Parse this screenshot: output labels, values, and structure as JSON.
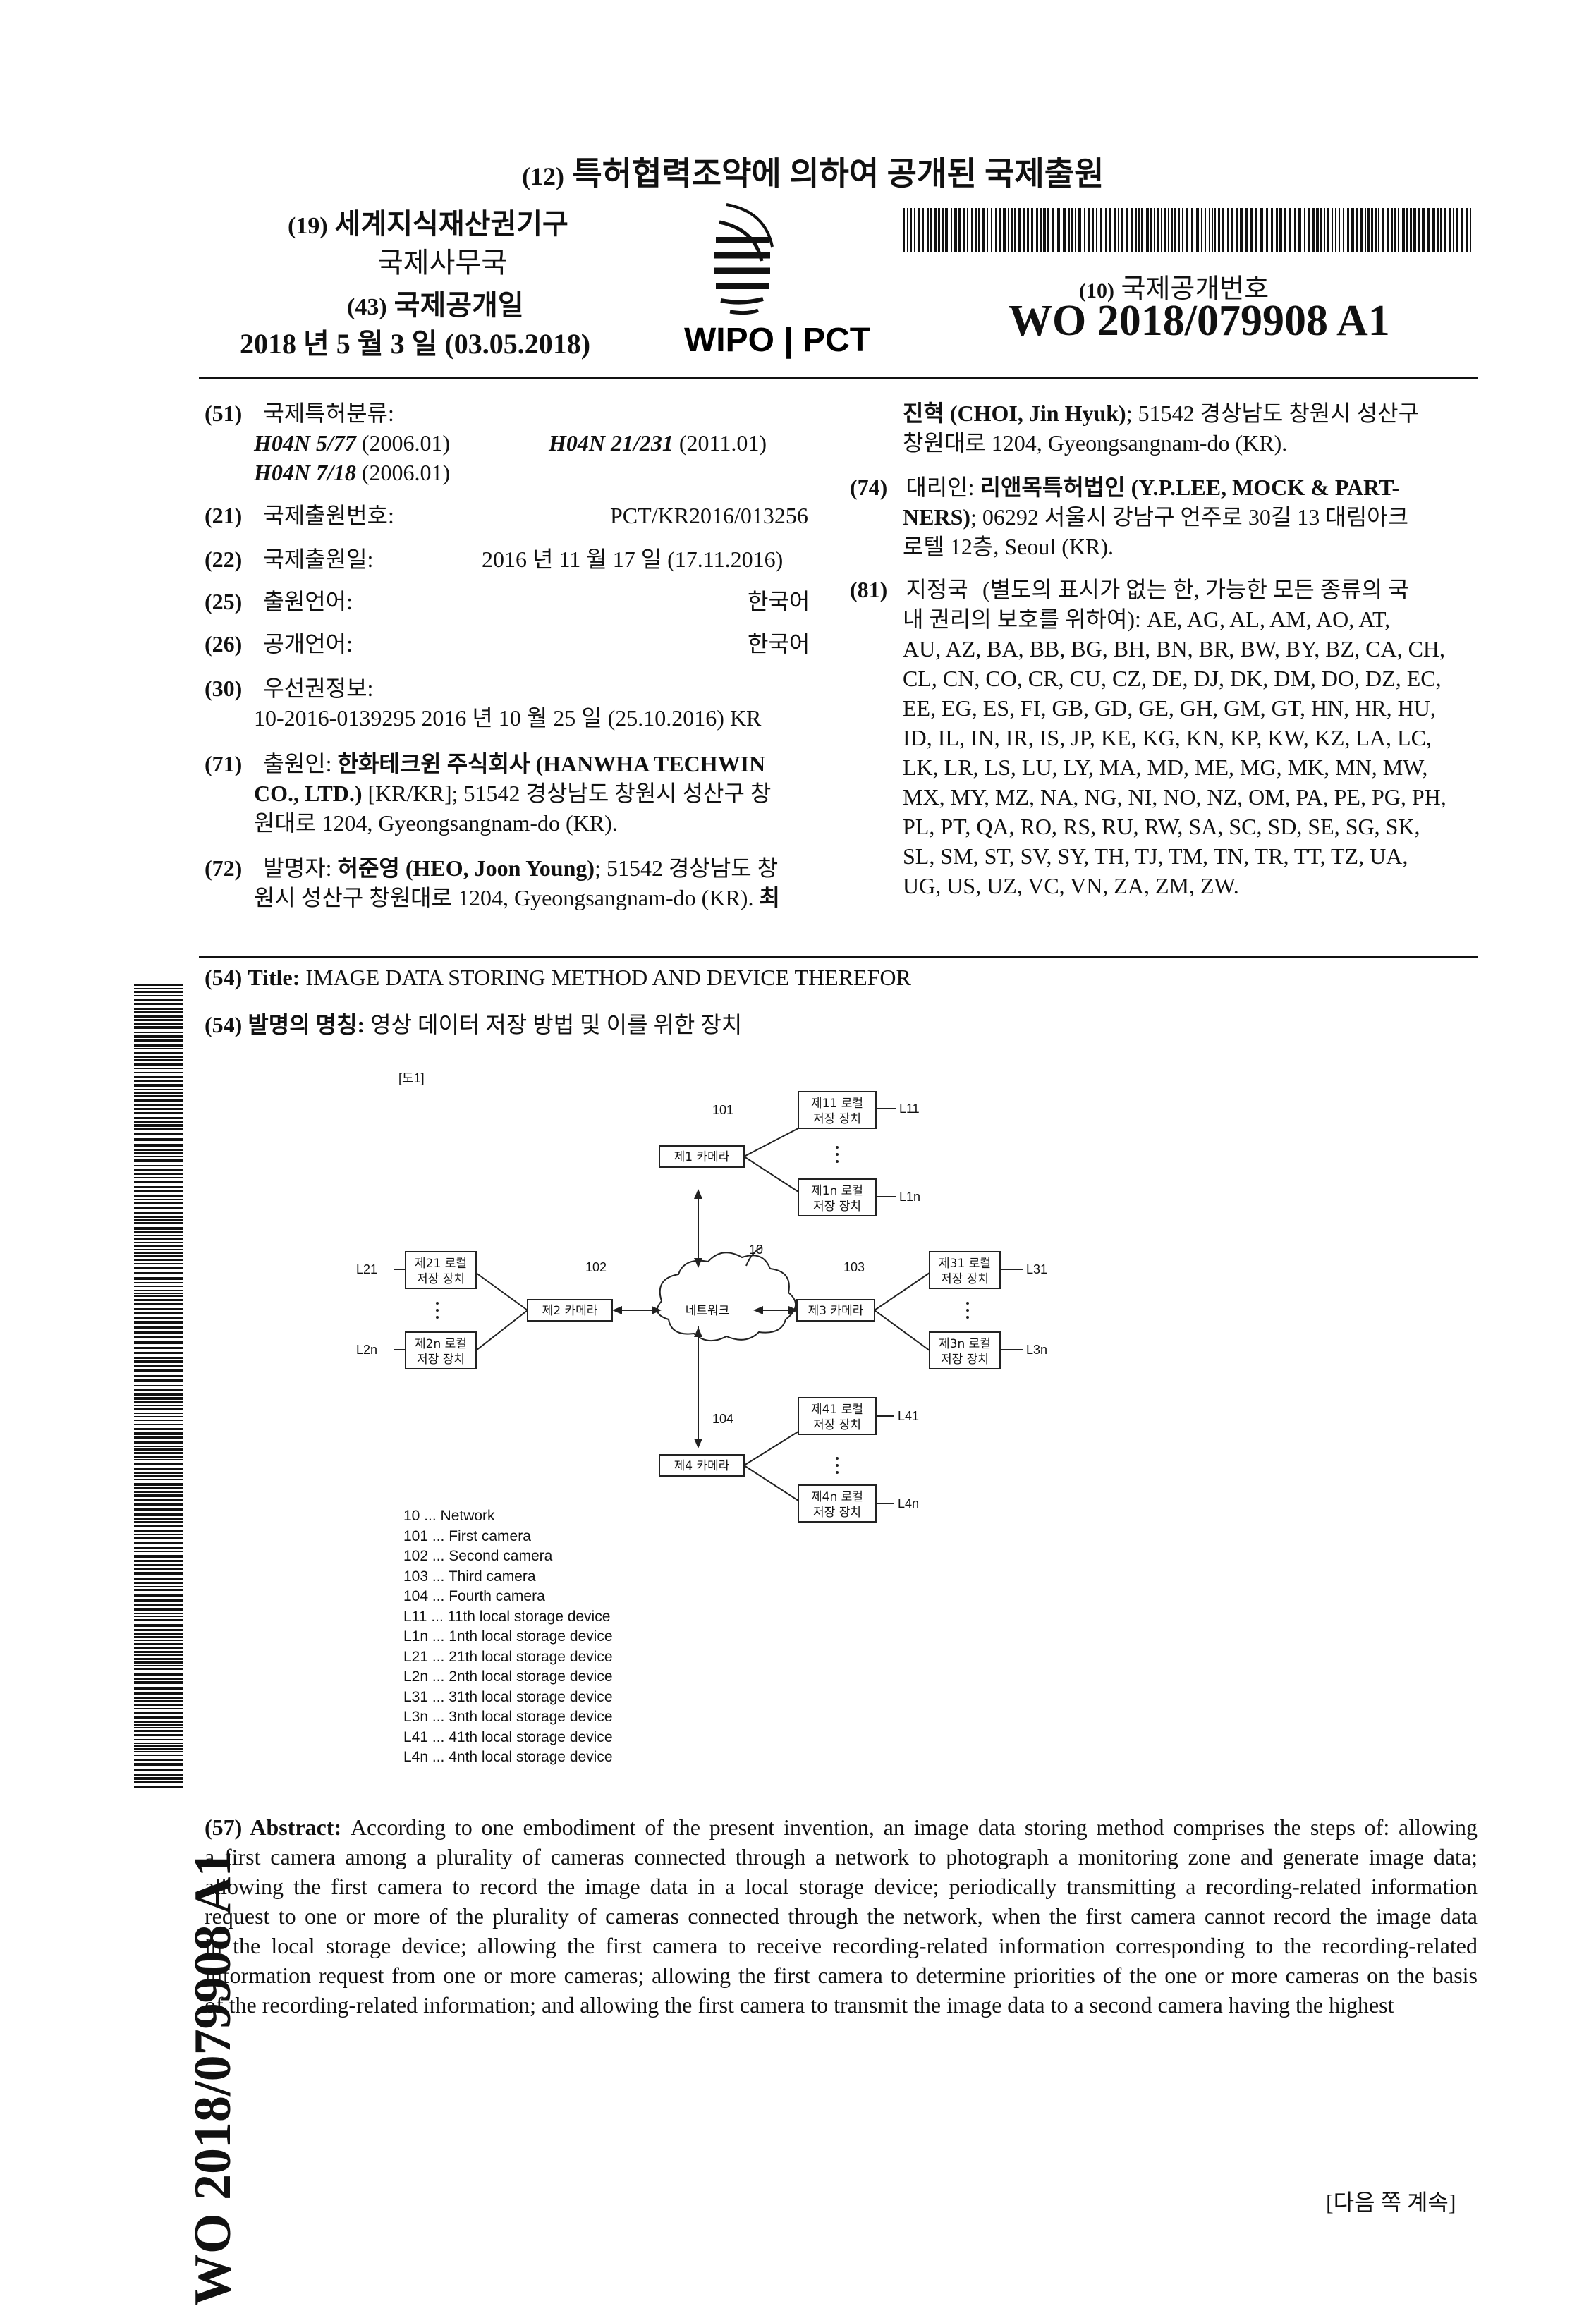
{
  "header": {
    "doc_type": "특허협력조약에 의하여 공개된 국제출원",
    "doc_type_num": "(12)",
    "org_num": "(19)",
    "org": "세계지식재산권기구",
    "org_sub": "국제사무국",
    "pubdate_num": "(43)",
    "pubdate_label": "국제공개일",
    "pubdate_value": "2018 년 5 월 3 일 (03.05.2018)",
    "logo_text": "WIPO | PCT",
    "pubno_num": "(10)",
    "pubno_label": "국제공개번호",
    "pubno_value": "WO 2018/079908 A1"
  },
  "bib_left": {
    "f51_num": "(51)",
    "f51_label": "국제특허분류:",
    "ipc1": "H04N 5/77",
    "ipc1_date": "(2006.01)",
    "ipc2": "H04N 21/231",
    "ipc2_date": "(2011.01)",
    "ipc3": "H04N 7/18",
    "ipc3_date": "(2006.01)",
    "f21_num": "(21)",
    "f21_label": "국제출원번호:",
    "f21_value": "PCT/KR2016/013256",
    "f22_num": "(22)",
    "f22_label": "국제출원일:",
    "f22_value": "2016 년 11 월 17 일 (17.11.2016)",
    "f25_num": "(25)",
    "f25_label": "출원언어:",
    "f25_value": "한국어",
    "f26_num": "(26)",
    "f26_label": "공개언어:",
    "f26_value": "한국어",
    "f30_num": "(30)",
    "f30_label": "우선권정보:",
    "f30_value": "10-2016-0139295   2016 년 10 월 25 일 (25.10.2016) KR",
    "f71_num": "(71)",
    "f71_label": "출원인:",
    "f71_l1_bold": "한화테크윈 주식회사 (HANWHA TECHWIN",
    "f71_l2_bold": "CO., LTD.)",
    "f71_l2_rest": " [KR/KR]; 51542 경상남도 창원시 성산구 창",
    "f71_l3": "원대로 1204, Gyeongsangnam-do (KR).",
    "f72_num": "(72)",
    "f72_label": "발명자:",
    "f72_l1_bold": "허준영 (HEO, Joon Young)",
    "f72_l1_rest": "; 51542 경상남도 창",
    "f72_l2": "원시 성산구 창원대로 1204, Gyeongsangnam-do (KR).",
    "f72_l2_bold": "최"
  },
  "bib_right": {
    "cont_l1_bold": "진혁 (CHOI, Jin Hyuk)",
    "cont_l1_rest": "; 51542 경상남도 창원시 성산구",
    "cont_l2": "창원대로 1204, Gyeongsangnam-do (KR).",
    "f74_num": "(74)",
    "f74_label": "대리인:",
    "f74_l1_bold": "리앤목특허법인 (Y.P.LEE, MOCK & PART-",
    "f74_l2_bold": "NERS)",
    "f74_l2_rest": "; 06292 서울시 강남구 언주로 30길 13 대림아크",
    "f74_l3": "로텔 12층, Seoul (KR).",
    "f81_num": "(81)",
    "f81_label": "지정국",
    "f81_lines": [
      "(별도의 표시가 없는 한, 가능한 모든 종류의 국",
      "내 권리의 보호를 위하여): AE, AG, AL, AM, AO, AT,",
      "AU, AZ, BA, BB, BG, BH, BN, BR, BW, BY, BZ, CA, CH,",
      "CL, CN, CO, CR, CU, CZ, DE, DJ, DK, DM, DO, DZ, EC,",
      "EE, EG, ES, FI, GB, GD, GE, GH, GM, GT, HN, HR, HU,",
      "ID, IL, IN, IR, IS, JP, KE, KG, KN, KP, KW, KZ, LA, LC,",
      "LK, LR, LS, LU, LY, MA, MD, ME, MG, MK, MN, MW,",
      "MX, MY, MZ, NA, NG, NI, NO, NZ, OM, PA, PE, PG, PH,",
      "PL, PT, QA, RO, RS, RU, RW, SA, SC, SD, SE, SG, SK,",
      "SL, SM, ST, SV, SY, TH, TJ, TM, TN, TR, TT, TZ, UA,",
      "UG, US, UZ, VC, VN, ZA, ZM, ZW."
    ]
  },
  "title": {
    "en_num": "(54)",
    "en_label": "Title:",
    "en_value": "IMAGE DATA STORING METHOD AND DEVICE THEREFOR",
    "ko_num": "(54)",
    "ko_label": "발명의 명칭:",
    "ko_value": "영상 데이터 저장 방법 및 이를 위한 장치"
  },
  "figure": {
    "label": "[도1]",
    "net_ref": "10",
    "net_label": "네트워크",
    "cam1_ref": "101",
    "cam1_label": "제1 카메라",
    "cam2_ref": "102",
    "cam2_label": "제2 카메라",
    "cam3_ref": "103",
    "cam3_label": "제3 카메라",
    "cam4_ref": "104",
    "cam4_label": "제4 카메라",
    "s11_a": "제11 로컬",
    "s11_b": "저장 장치",
    "s11_ref": "L11",
    "s1n_a": "제1n 로컬",
    "s1n_b": "저장 장치",
    "s1n_ref": "L1n",
    "s21_a": "제21 로컬",
    "s21_b": "저장 장치",
    "s21_ref": "L21",
    "s2n_a": "제2n 로컬",
    "s2n_b": "저장 장치",
    "s2n_ref": "L2n",
    "s31_a": "제31 로컬",
    "s31_b": "저장 장치",
    "s31_ref": "L31",
    "s3n_a": "제3n 로컬",
    "s3n_b": "저장 장치",
    "s3n_ref": "L3n",
    "s41_a": "제41 로컬",
    "s41_b": "저장 장치",
    "s41_ref": "L41",
    "s4n_a": "제4n 로컬",
    "s4n_b": "저장 장치",
    "s4n_ref": "L4n",
    "legend": [
      "10 ... Network",
      "101 ... First camera",
      "102 ... Second camera",
      "103 ... Third camera",
      "104 ... Fourth camera",
      "L11 ... 11th local storage device",
      "L1n ... 1nth local storage device",
      "L21 ... 21th local storage device",
      "L2n ... 2nth local storage device",
      "L31 ... 31th local storage device",
      "L3n ... 3nth local storage device",
      "L41 ... 41th local storage device",
      "L4n ... 4nth local storage device"
    ]
  },
  "abstract": {
    "num": "(57)",
    "label": "Abstract:",
    "lines": [
      "According to one embodiment of the present invention, an image data storing method comprises the steps of: allowing",
      "a first camera among a plurality of cameras connected through a network to photograph a monitoring zone and generate image data;",
      "allowing the first camera to record the image data in a local storage device; periodically transmitting a recording-related information",
      "request to one or more of the plurality of cameras connected through the network, when the first camera cannot record the image data",
      "in the local storage device; allowing the first camera to receive recording-related information corresponding to the recording-related",
      "information request from one or more cameras; allowing the first camera to determine priorities of the one or more cameras on the basis",
      "of the recording-related information; and allowing the first camera to transmit the image data to a second camera having the highest"
    ]
  },
  "side_label": "WO 2018/079908 A1",
  "footer": {
    "continued": "[다음 쪽 계속]"
  }
}
